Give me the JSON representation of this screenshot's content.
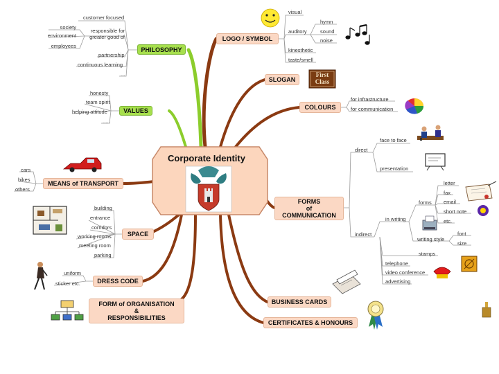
{
  "center": {
    "title": "Corporate Identity"
  },
  "colors": {
    "branch_brown": "#8b3a12",
    "branch_green": "#8ccd2c",
    "peach": "#fbd8c4",
    "green_box": "#a6df4c"
  },
  "branches": {
    "philosophy": {
      "label": "PHILOSOPHY",
      "leaves": [
        "customer focused",
        "society",
        "environment",
        "employees",
        "responsible for greater good of",
        "partnership",
        "continuous learning",
        "..."
      ]
    },
    "values": {
      "label": "VALUES",
      "leaves": [
        "honesty",
        "team spirit",
        "helping attitude",
        "....."
      ]
    },
    "transport": {
      "label": "MEANS of TRANSPORT",
      "leaves": [
        "cars",
        "bikes",
        "others"
      ]
    },
    "space": {
      "label": "SPACE",
      "leaves": [
        "building",
        "entrance",
        "corridors",
        "working rooms",
        "meeting room",
        "parking"
      ]
    },
    "dress": {
      "label": "DRESS CODE",
      "leaves": [
        "uniform",
        "sticker etc."
      ]
    },
    "organisation": {
      "label_line1": "FORM of ORGANISATION",
      "label_line2": "&",
      "label_line3": "RESPONSIBILITIES"
    },
    "logo": {
      "label": "LOGO / SYMBOL",
      "leaves": [
        "visual",
        "auditory",
        "hymn",
        "sound",
        "noise",
        "kinesthetic",
        "taste/smell"
      ]
    },
    "slogan": {
      "label": "SLOGAN",
      "badge_line1": "First",
      "badge_line2": "Class"
    },
    "colours": {
      "label": "COLOURS",
      "leaves": [
        "for infrastructure",
        "for communication"
      ]
    },
    "communication": {
      "label_line1": "FORMS",
      "label_line2": "of",
      "label_line3": "COMMUNICATION",
      "direct": "direct",
      "direct_leaves": [
        "face to face",
        "presentation"
      ],
      "indirect": "indirect",
      "in_writing": "in writing",
      "forms": "forms",
      "forms_leaves": [
        "letter",
        "fax",
        "email",
        "short note",
        "etc."
      ],
      "writing_style": "writing style",
      "writing_style_leaves": [
        "font",
        "size"
      ],
      "other_leaves": [
        "stamps",
        "telephone",
        "video conference",
        "advertising"
      ]
    },
    "cards": {
      "label": "BUSINESS CARDS"
    },
    "certificates": {
      "label": "CERTIFICATES & HONOURS"
    }
  },
  "icons": [
    "smiley-icon",
    "music-notes-icon",
    "first-class-badge-icon",
    "pie-chart-icon",
    "meeting-people-icon",
    "presentation-board-icon",
    "certificate-scroll-icon",
    "typewriter-icon",
    "stamp-icon",
    "telephone-icon",
    "red-car-icon",
    "floor-plan-icon",
    "walking-person-icon",
    "org-chart-icon",
    "business-card-icon",
    "award-ribbon-icon",
    "coat-of-arms-icon"
  ]
}
